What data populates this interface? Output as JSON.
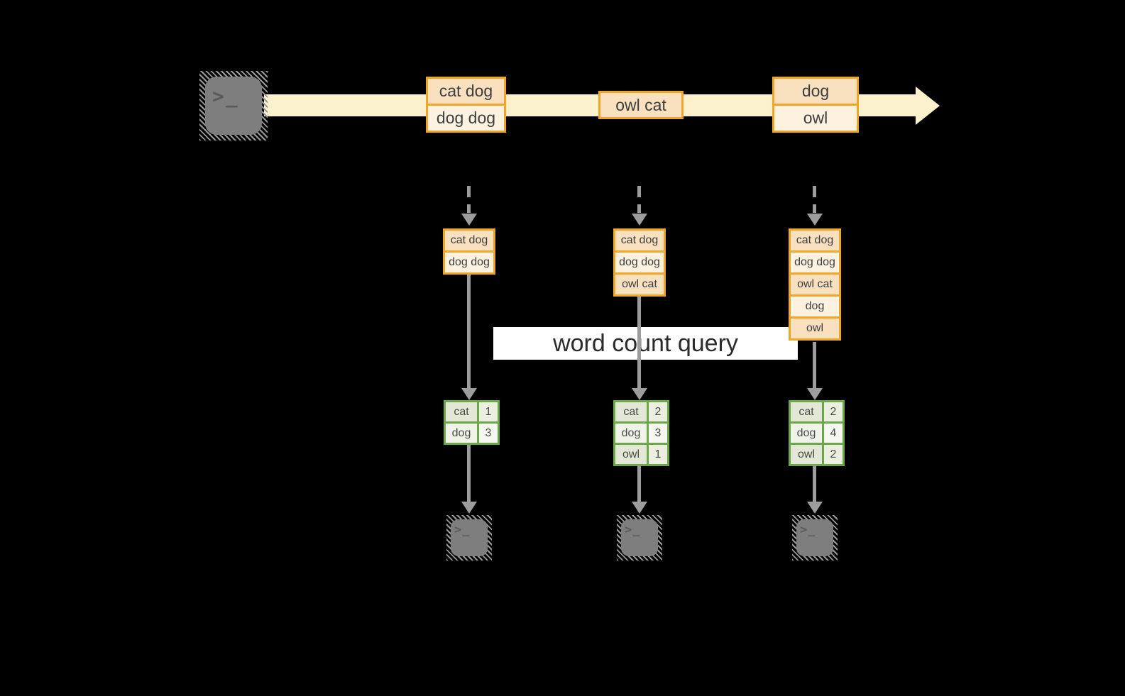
{
  "diagram": {
    "query_label": "word count query",
    "terminal_glyph": ">_",
    "stream_events": [
      {
        "lines": [
          "cat dog",
          "dog dog"
        ]
      },
      {
        "lines": [
          "owl cat"
        ]
      },
      {
        "lines": [
          "dog",
          "owl"
        ]
      }
    ],
    "snapshots": [
      {
        "buffer": [
          "cat dog",
          "dog dog"
        ],
        "counts": [
          [
            "cat",
            "1"
          ],
          [
            "dog",
            "3"
          ]
        ]
      },
      {
        "buffer": [
          "cat dog",
          "dog dog",
          "owl cat"
        ],
        "counts": [
          [
            "cat",
            "2"
          ],
          [
            "dog",
            "3"
          ],
          [
            "owl",
            "1"
          ]
        ]
      },
      {
        "buffer": [
          "cat dog",
          "dog dog",
          "owl cat",
          "dog",
          "owl"
        ],
        "counts": [
          [
            "cat",
            "2"
          ],
          [
            "dog",
            "4"
          ],
          [
            "owl",
            "2"
          ]
        ]
      }
    ],
    "colors": {
      "event_border": "#f0a729",
      "event_fill_dark": "#f9e0be",
      "event_fill_light": "#fdf2e0",
      "stream_fill": "#fbf1cd",
      "table_border": "#6ca74a",
      "table_fill_dark": "#e3e9d6",
      "table_fill_light": "#f1f4eb",
      "arrow_gray": "#9d9d9d",
      "terminal_gray": "#7e7e7e",
      "query_band_bg": "#ffffff"
    }
  }
}
